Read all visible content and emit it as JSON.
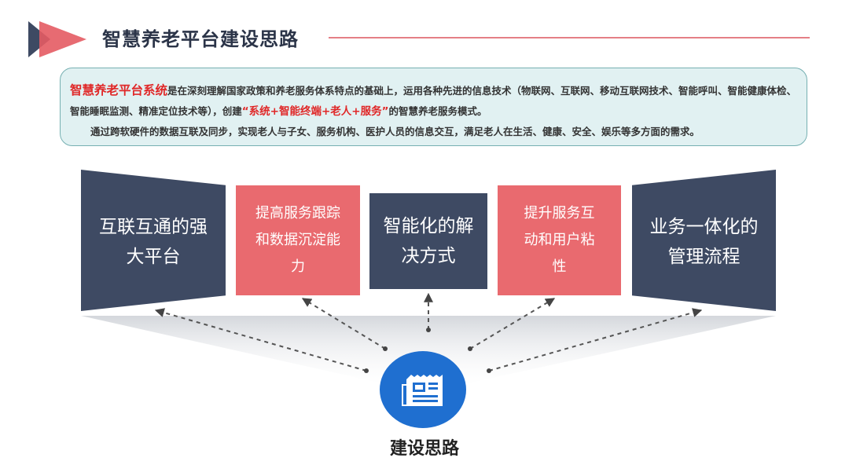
{
  "header": {
    "title": "智慧养老平台建设思路",
    "accent_color": "#e45b63",
    "dark_color": "#3e4a63"
  },
  "intro": {
    "highlight_title": "智慧养老平台系统",
    "line1_text": "是在深刻理解国家政策和养老服务体系特点的基础上，运用各种先进的信息技术（物联网、互联网、移动互联网技术、智能呼叫、智能健康体检、智能睡眠监测、精准定位技术等），创建",
    "highlight_quote": "“系统+智能终端+老人+服务”",
    "line1_tail": "的智慧养老服务模式。",
    "line2_text": "通过跨软硬件的数据互联及同步，实现老人与子女、服务机构、医护人员的信息交互，满足老人在生活、健康、安全、娱乐等多方面的需求。"
  },
  "cards": [
    {
      "text": "互联互通的强\n大平台",
      "style": "dark"
    },
    {
      "text": "提高服务跟踪\n和数据沉淀能\n力",
      "style": "red"
    },
    {
      "text": "智能化的解\n决方式",
      "style": "dark"
    },
    {
      "text": "提升服务互\n动和用户粘\n性",
      "style": "red"
    },
    {
      "text": "业务一体化的\n管理流程",
      "style": "dark"
    }
  ],
  "center": {
    "label": "建设思路",
    "icon": "newspaper-icon",
    "color": "#1f6fd0"
  }
}
